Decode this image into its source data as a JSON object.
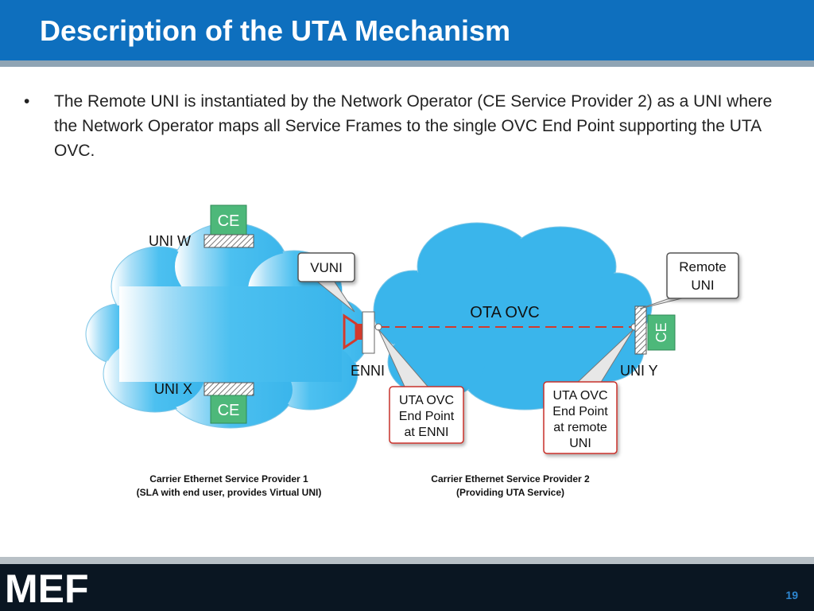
{
  "slide": {
    "title": "Description of the UTA Mechanism",
    "bullets": [
      "The Remote UNI is instantiated by the Network Operator (CE Service Provider 2) as a UNI where the Network Operator maps all Service Frames to the single OVC End Point supporting the UTA OVC."
    ],
    "bullet_symbol": "•",
    "page_number": "19",
    "logo_text": "MEF"
  },
  "diagram": {
    "ce_label": "CE",
    "uni_w": "UNI W",
    "uni_x": "UNI X",
    "uni_y": "UNI Y",
    "enni": "ENNI",
    "ota_ovc": "OTA OVC",
    "callouts": {
      "vuni": [
        "VUNI"
      ],
      "remote_uni": [
        "Remote",
        "UNI"
      ],
      "ep_enni": [
        "UTA OVC",
        "End Point",
        "at ENNI"
      ],
      "ep_remote": [
        "UTA OVC",
        "End Point",
        "at remote",
        "UNI"
      ]
    },
    "captions": {
      "provider1": [
        "Carrier Ethernet Service Provider 1",
        "(SLA with end user, provides Virtual UNI)"
      ],
      "provider2": [
        "Carrier Ethernet Service Provider 2",
        "(Providing UTA Service)"
      ]
    },
    "colors": {
      "header": "#0e6fbe",
      "cloud": "#3bb8ee",
      "ce_box": "#4db87a",
      "vuni_marker": "#d33a2c",
      "ovc_line": "#d33a2c",
      "callout_red_border": "#c8302c"
    }
  }
}
